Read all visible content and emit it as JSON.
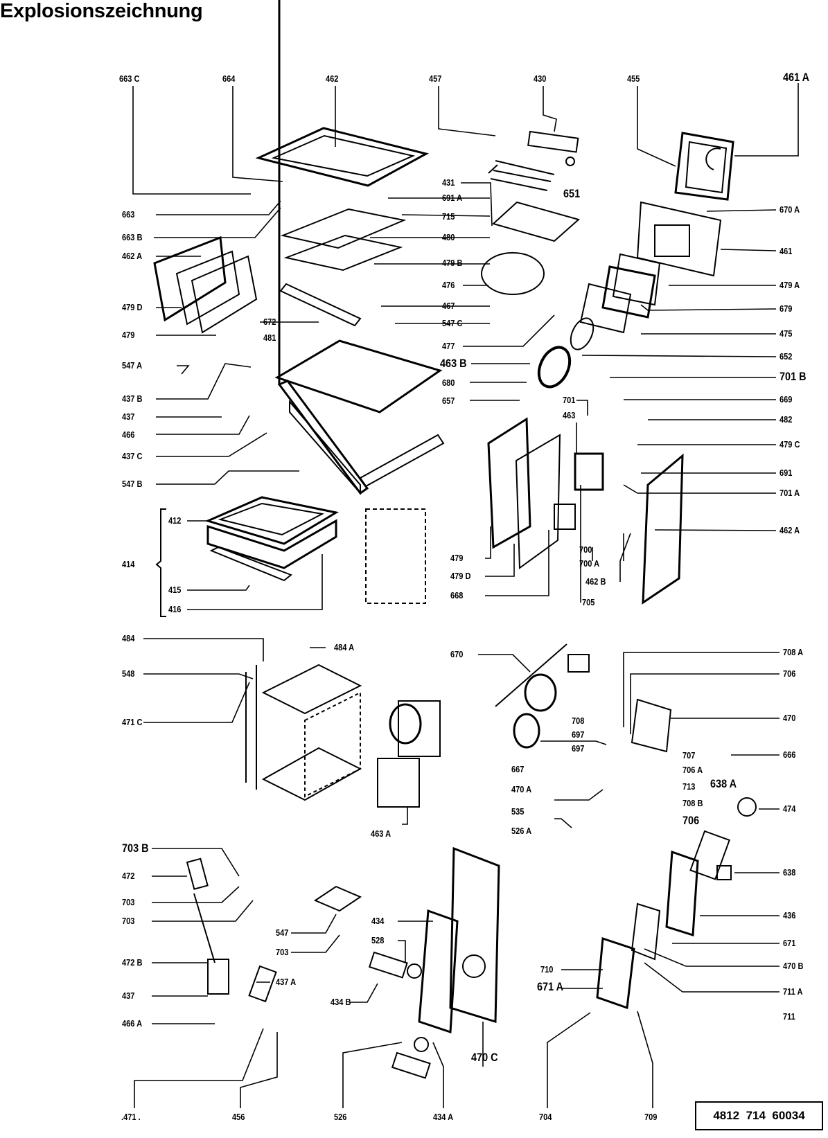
{
  "title": "Explosionszeichnung",
  "part_number_box": "4812  714  60034",
  "labels": [
    {
      "id": "663C",
      "text": "663 C"
    },
    {
      "id": "664",
      "text": "664"
    },
    {
      "id": "462",
      "text": "462"
    },
    {
      "id": "457",
      "text": "457"
    },
    {
      "id": "430",
      "text": "430"
    },
    {
      "id": "455",
      "text": "455"
    },
    {
      "id": "461A",
      "text": "461 A"
    },
    {
      "id": "651",
      "text": "651"
    },
    {
      "id": "431",
      "text": "431"
    },
    {
      "id": "691A",
      "text": "691 A"
    },
    {
      "id": "715",
      "text": "715"
    },
    {
      "id": "480",
      "text": "480"
    },
    {
      "id": "479B",
      "text": "479 B"
    },
    {
      "id": "476",
      "text": "476"
    },
    {
      "id": "467",
      "text": "467"
    },
    {
      "id": "547C",
      "text": "547 C"
    },
    {
      "id": "477",
      "text": "477"
    },
    {
      "id": "463B",
      "text": "463 B"
    },
    {
      "id": "680",
      "text": "680"
    },
    {
      "id": "657",
      "text": "657"
    },
    {
      "id": "670A",
      "text": "670 A"
    },
    {
      "id": "461",
      "text": "461"
    },
    {
      "id": "479A",
      "text": "479 A"
    },
    {
      "id": "679",
      "text": "679"
    },
    {
      "id": "475",
      "text": "475"
    },
    {
      "id": "652",
      "text": "652"
    },
    {
      "id": "701B",
      "text": "701 B"
    },
    {
      "id": "669",
      "text": "669"
    },
    {
      "id": "482",
      "text": "482"
    },
    {
      "id": "479C",
      "text": "479 C"
    },
    {
      "id": "691",
      "text": "691"
    },
    {
      "id": "701A",
      "text": "701 A"
    },
    {
      "id": "462A_r",
      "text": "462 A"
    },
    {
      "id": "663",
      "text": "663"
    },
    {
      "id": "663B",
      "text": "663 B"
    },
    {
      "id": "462A",
      "text": "462 A"
    },
    {
      "id": "479D",
      "text": "479 D"
    },
    {
      "id": "479",
      "text": "479"
    },
    {
      "id": "547A",
      "text": "547 A"
    },
    {
      "id": "437B",
      "text": "437 B"
    },
    {
      "id": "437",
      "text": "437"
    },
    {
      "id": "466",
      "text": "466"
    },
    {
      "id": "437C",
      "text": "437 C"
    },
    {
      "id": "547B",
      "text": "547 B"
    },
    {
      "id": "672",
      "text": "672"
    },
    {
      "id": "481",
      "text": "481"
    },
    {
      "id": "701",
      "text": "701"
    },
    {
      "id": "463",
      "text": "463"
    },
    {
      "id": "479_m",
      "text": "479"
    },
    {
      "id": "479D_m",
      "text": "479 D"
    },
    {
      "id": "668",
      "text": "668"
    },
    {
      "id": "700",
      "text": "700"
    },
    {
      "id": "700A",
      "text": "700 A"
    },
    {
      "id": "462B",
      "text": "462 B"
    },
    {
      "id": "705",
      "text": "705"
    },
    {
      "id": "412",
      "text": "412"
    },
    {
      "id": "414",
      "text": "414"
    },
    {
      "id": "415",
      "text": "415"
    },
    {
      "id": "416",
      "text": "416"
    },
    {
      "id": "484",
      "text": "484"
    },
    {
      "id": "484A",
      "text": "484 A"
    },
    {
      "id": "548",
      "text": "548"
    },
    {
      "id": "471C",
      "text": "471 C"
    },
    {
      "id": "670",
      "text": "670"
    },
    {
      "id": "708A",
      "text": "708 A"
    },
    {
      "id": "706_t",
      "text": "706"
    },
    {
      "id": "470",
      "text": "470"
    },
    {
      "id": "708",
      "text": "708"
    },
    {
      "id": "697a",
      "text": "697"
    },
    {
      "id": "697b",
      "text": "697"
    },
    {
      "id": "707",
      "text": "707"
    },
    {
      "id": "706A",
      "text": "706 A"
    },
    {
      "id": "666",
      "text": "666"
    },
    {
      "id": "667",
      "text": "667"
    },
    {
      "id": "713",
      "text": "713"
    },
    {
      "id": "638A",
      "text": "638 A"
    },
    {
      "id": "470A",
      "text": "470 A"
    },
    {
      "id": "708B",
      "text": "708 B"
    },
    {
      "id": "474",
      "text": "474"
    },
    {
      "id": "706",
      "text": "706"
    },
    {
      "id": "463A",
      "text": "463 A"
    },
    {
      "id": "535",
      "text": "535"
    },
    {
      "id": "526A",
      "text": "526 A"
    },
    {
      "id": "638",
      "text": "638"
    },
    {
      "id": "703B",
      "text": "703 B"
    },
    {
      "id": "472",
      "text": "472"
    },
    {
      "id": "703a",
      "text": "703"
    },
    {
      "id": "703b",
      "text": "703"
    },
    {
      "id": "547",
      "text": "547"
    },
    {
      "id": "703c",
      "text": "703"
    },
    {
      "id": "472B",
      "text": "472 B"
    },
    {
      "id": "437_b",
      "text": "437"
    },
    {
      "id": "437A",
      "text": "437 A"
    },
    {
      "id": "466A",
      "text": "466 A"
    },
    {
      "id": "434",
      "text": "434"
    },
    {
      "id": "528",
      "text": "528"
    },
    {
      "id": "434B",
      "text": "434 B"
    },
    {
      "id": "436",
      "text": "436"
    },
    {
      "id": "671",
      "text": "671"
    },
    {
      "id": "470B",
      "text": "470 B"
    },
    {
      "id": "710",
      "text": "710"
    },
    {
      "id": "671A",
      "text": "671 A"
    },
    {
      "id": "711A",
      "text": "711 A"
    },
    {
      "id": "711",
      "text": "711"
    },
    {
      "id": "470C",
      "text": "470 C"
    },
    {
      "id": "471",
      "text": ".471 ."
    },
    {
      "id": "456",
      "text": "456"
    },
    {
      "id": "526",
      "text": "526"
    },
    {
      "id": "434A",
      "text": "434 A"
    },
    {
      "id": "704",
      "text": "704"
    },
    {
      "id": "709",
      "text": "709"
    }
  ]
}
